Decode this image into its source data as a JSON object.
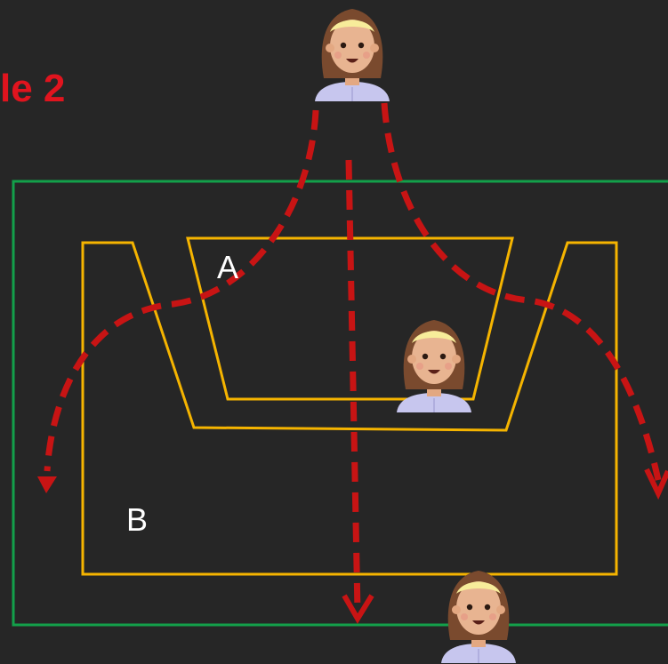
{
  "title": "le 2",
  "labels": {
    "region_a": "A",
    "region_b": "B"
  },
  "colors": {
    "background": "#262626",
    "outer_boundary": "#13a04a",
    "regions": "#f5b400",
    "paths": "#c81414",
    "title": "#e0141e",
    "labels": "#ffffff"
  },
  "icons": [
    "person-icon",
    "person-icon",
    "person-icon"
  ]
}
